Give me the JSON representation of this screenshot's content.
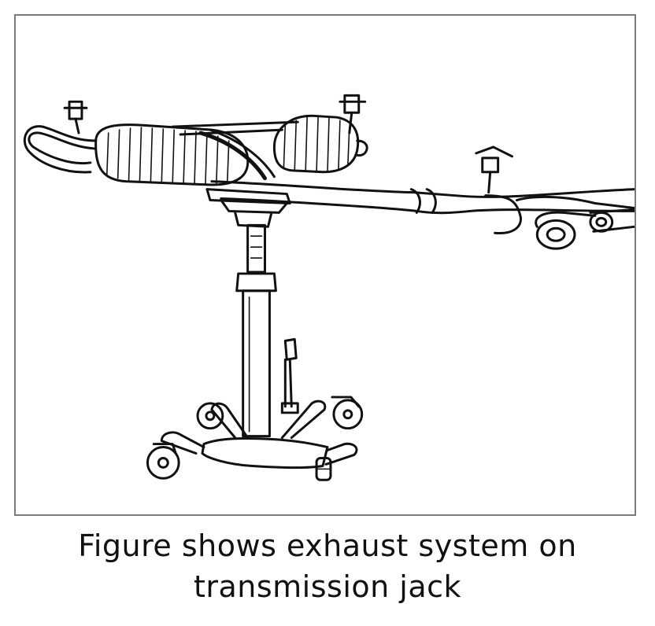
{
  "figure": {
    "caption_line1": "Figure shows exhaust system on",
    "caption_line2": "transmission jack",
    "illustration_icon": "exhaust-on-transmission-jack-illustration"
  },
  "colors": {
    "line": "#111111",
    "frame": "#7a7a7a",
    "background": "#ffffff"
  }
}
